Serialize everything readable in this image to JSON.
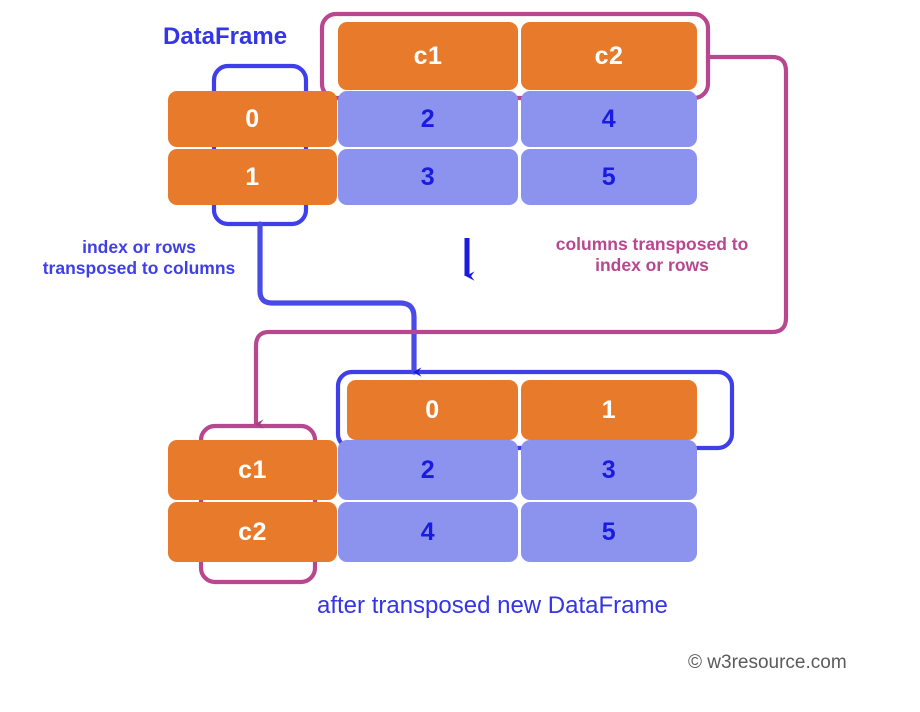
{
  "diagram": {
    "title_label": "DataFrame",
    "caption": "after transposed new DataFrame",
    "credit": "© w3resource.com",
    "annotations": {
      "index_to_columns": "index or rows\ntransposed to columns",
      "columns_to_index": "columns transposed to\nindex or rows"
    },
    "colors": {
      "header_orange": "#e77b2b",
      "value_blue": "#8c93ef",
      "value_text_blue": "#1a1ae0",
      "outline_blue": "#3f3fe9",
      "outline_magenta": "#b8478f",
      "label_blue": "#3434e8",
      "credit_gray": "#5a5a5a",
      "background": "#ffffff"
    },
    "original_table": {
      "name": "original-dataframe",
      "columns": [
        "c1",
        "c2"
      ],
      "index": [
        "0",
        "1"
      ],
      "rows": [
        [
          "2",
          "4"
        ],
        [
          "3",
          "5"
        ]
      ]
    },
    "transposed_table": {
      "name": "transposed-dataframe",
      "columns": [
        "0",
        "1"
      ],
      "index": [
        "c1",
        "c2"
      ],
      "rows": [
        [
          "2",
          "3"
        ],
        [
          "4",
          "5"
        ]
      ]
    },
    "icons": {
      "down_arrow": "arrow-down-icon",
      "index_highlight": "index-highlight-box",
      "columns_highlight": "columns-highlight-box"
    }
  }
}
